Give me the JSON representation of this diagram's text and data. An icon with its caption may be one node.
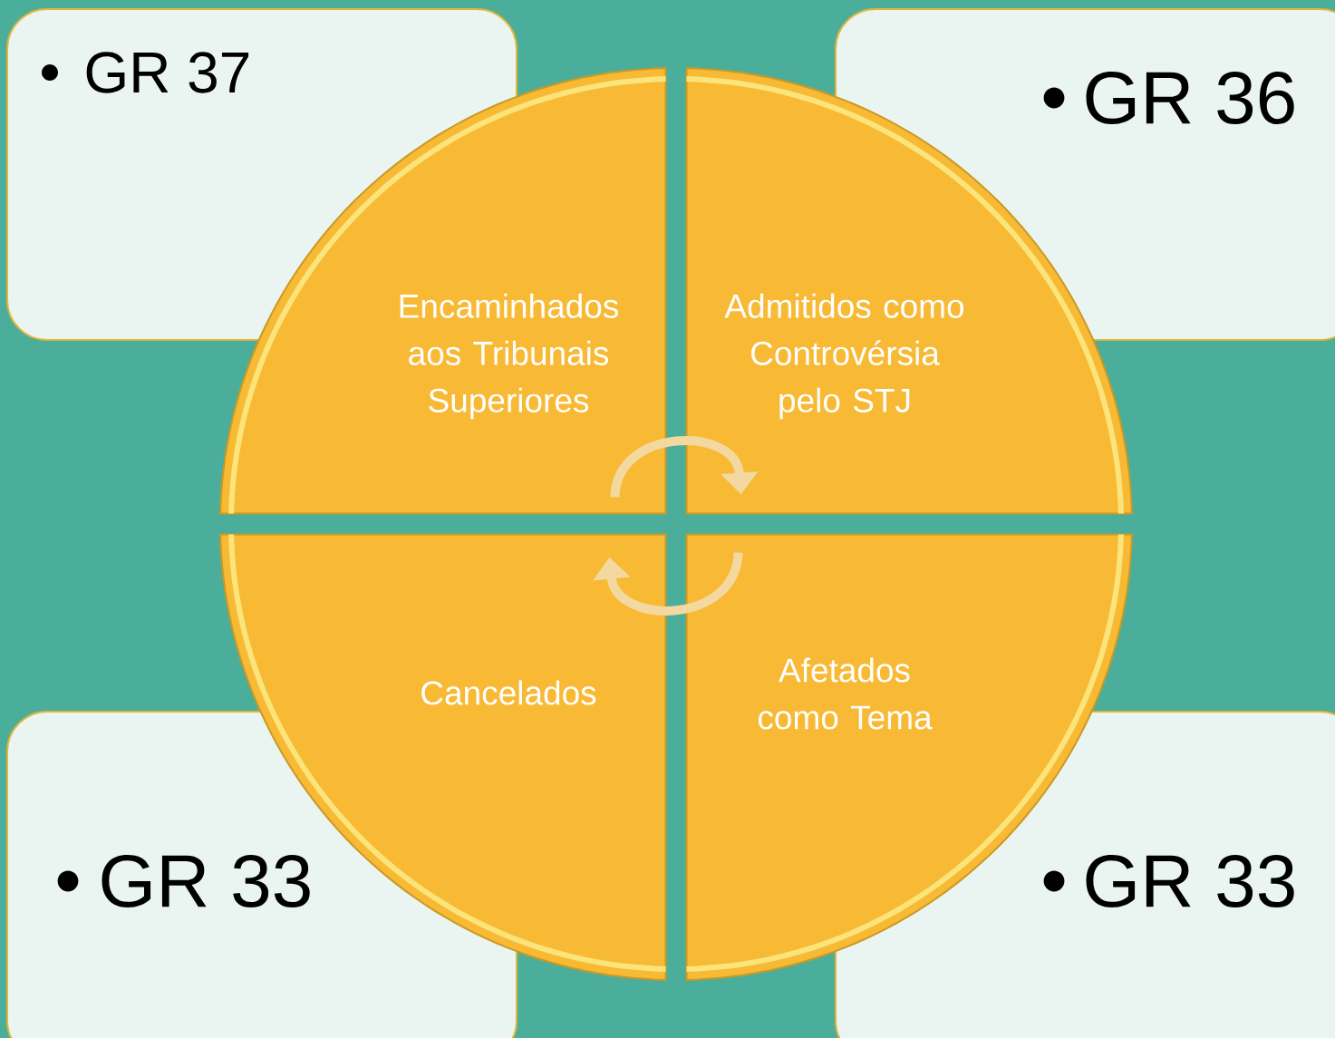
{
  "diagram": {
    "nodes": [
      {
        "text": [
          "GR 37"
        ]
      },
      {
        "text": [
          "GR 36"
        ]
      },
      {
        "text": [
          "GR 33"
        ]
      },
      {
        "text": [
          "GR 33"
        ]
      },
      {
        "text": [
          "Encaminhados aos Tribunais Superiores"
        ]
      },
      {
        "text": [
          "Admitidos como Controvérsia pelo STJ"
        ]
      },
      {
        "text": [
          "Cancelados"
        ]
      },
      {
        "text": [
          "Afetados como Tema"
        ]
      }
    ],
    "edges": [
      {
        "from": 4,
        "to": 5,
        "arrow": "to"
      },
      {
        "from": 7,
        "to": 6,
        "arrow": "to"
      }
    ]
  }
}
